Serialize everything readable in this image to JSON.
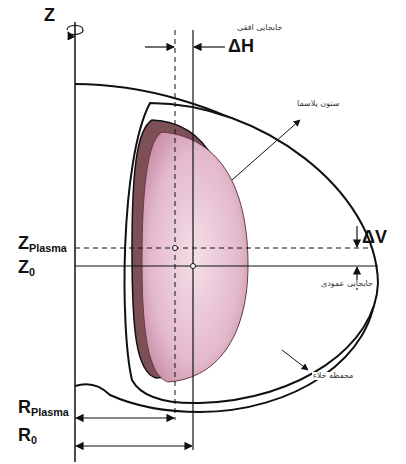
{
  "diagram": {
    "labels": [
      "Z",
      "ΔH",
      "جابجایی افقی",
      "ستون پلاسما",
      "ΔV",
      "ZPlasma",
      "Z0",
      "جابجایی عمودی",
      "محفظه خلاء",
      "RPlasma",
      "R0"
    ]
  }
}
